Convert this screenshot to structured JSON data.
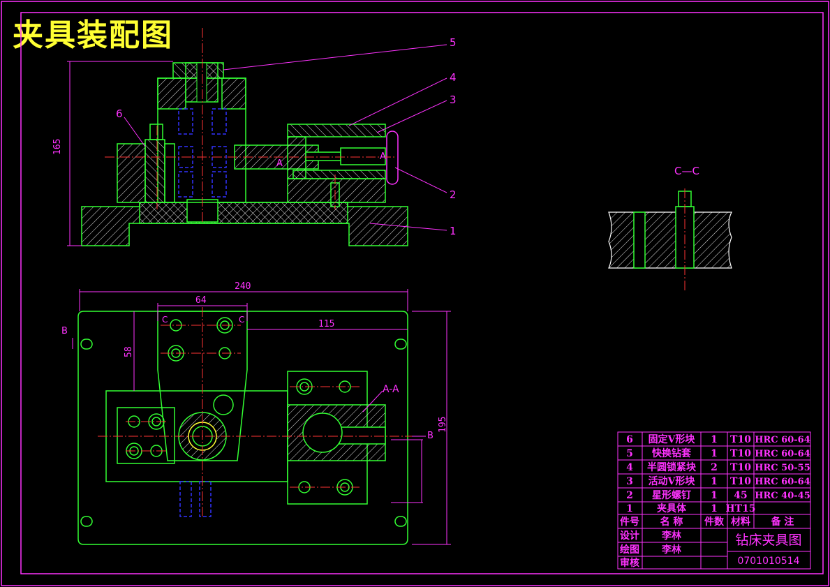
{
  "title": "夹具装配图",
  "balloons": [
    "5",
    "4",
    "3",
    "2",
    "1",
    "6"
  ],
  "dimensions": {
    "height_front": "165",
    "width_plan": "240",
    "width_64": "64",
    "dim_115": "115",
    "dim_58": "58",
    "height_plan": "195"
  },
  "section_labels": {
    "cc_title": "C—C",
    "aa_title": "A-A",
    "a_left": "A",
    "a_right": "A",
    "b_top": "B",
    "b_right": "B",
    "c_left": "C",
    "c_right": "C"
  },
  "parts_list": {
    "rows": [
      {
        "no": "6",
        "name": "固定V形块",
        "qty": "1",
        "material": "T10",
        "note": "HRC 60-64"
      },
      {
        "no": "5",
        "name": "快换钻套",
        "qty": "1",
        "material": "T10",
        "note": "HRC 60-64"
      },
      {
        "no": "4",
        "name": "半圆锁紧块",
        "qty": "2",
        "material": "T10",
        "note": "HRC 50-55"
      },
      {
        "no": "3",
        "name": "活动V形块",
        "qty": "1",
        "material": "T10",
        "note": "HRC 60-64"
      },
      {
        "no": "2",
        "name": "星形螺钉",
        "qty": "1",
        "material": "45",
        "note": "HRC 40-45"
      },
      {
        "no": "1",
        "name": "夹具体",
        "qty": "1",
        "material": "HT15",
        "note": ""
      }
    ],
    "header": {
      "no": "件号",
      "name": "名 称",
      "qty": "件数",
      "material": "材料",
      "note": "备 注"
    }
  },
  "title_block": {
    "design_label": "设计",
    "design_name": "李林",
    "draw_label": "绘图",
    "draw_name": "李林",
    "review_label": "审核",
    "drawing_title": "钻床夹具图",
    "drawing_no": "0701010514"
  },
  "colors": {
    "frame": "#ff33ff",
    "part": "#33ff33",
    "hatch": "#e6e6e6",
    "center": "#ff3333",
    "hidden": "#3333ff",
    "dim": "#ff33ff",
    "text": "#ff33ff",
    "title": "#ffff33",
    "white": "#ffffff"
  }
}
